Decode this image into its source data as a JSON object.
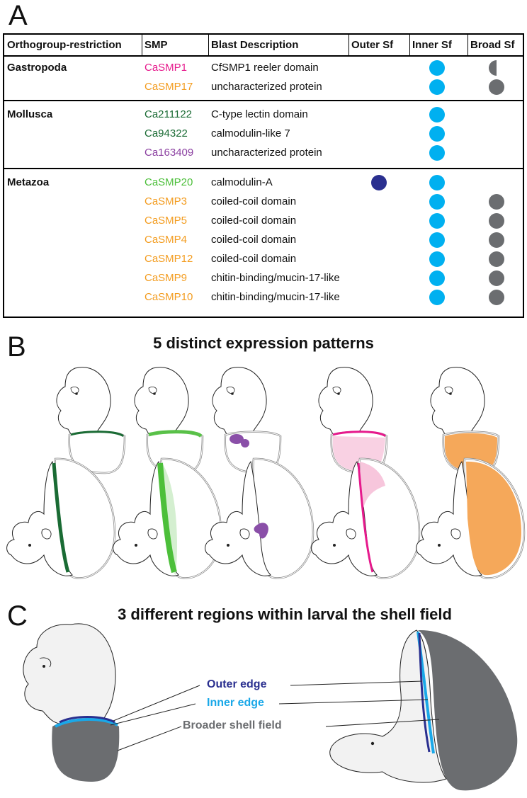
{
  "panel_labels": {
    "a": "A",
    "b": "B",
    "c": "C"
  },
  "table": {
    "headers": [
      "Orthogroup-restriction",
      "SMP",
      "Blast Description",
      "Outer Sf",
      "Inner Sf",
      "Broad Sf"
    ],
    "groups": [
      {
        "name": "Gastropoda",
        "rows": [
          {
            "smp": "CaSMP1",
            "color": "#e6198c",
            "desc": "CfSMP1 reeler domain",
            "outer": false,
            "inner": true,
            "broad": "half"
          },
          {
            "smp": "CaSMP17",
            "color": "#f39c1f",
            "desc": "uncharacterized protein",
            "outer": false,
            "inner": true,
            "broad": "full"
          }
        ]
      },
      {
        "name": "Mollusca",
        "rows": [
          {
            "smp": "Ca211122",
            "color": "#1a6b34",
            "desc": "C-type lectin domain",
            "outer": false,
            "inner": true,
            "broad": "none"
          },
          {
            "smp": "Ca94322",
            "color": "#1a6b34",
            "desc": "calmodulin-like 7",
            "outer": false,
            "inner": true,
            "broad": "none"
          },
          {
            "smp": "Ca163409",
            "color": "#8a3fa0",
            "desc": "uncharacterized protein",
            "outer": false,
            "inner": true,
            "broad": "none"
          }
        ]
      },
      {
        "name": "Metazoa",
        "rows": [
          {
            "smp": "CaSMP20",
            "color": "#4cbf3a",
            "desc": "calmodulin-A",
            "outer": true,
            "inner": true,
            "broad": "none"
          },
          {
            "smp": "CaSMP3",
            "color": "#f39c1f",
            "desc": "coiled-coil domain",
            "outer": false,
            "inner": true,
            "broad": "full"
          },
          {
            "smp": "CaSMP5",
            "color": "#f39c1f",
            "desc": "coiled-coil domain",
            "outer": false,
            "inner": true,
            "broad": "full"
          },
          {
            "smp": "CaSMP4",
            "color": "#f39c1f",
            "desc": "coiled-coil domain",
            "outer": false,
            "inner": true,
            "broad": "full"
          },
          {
            "smp": "CaSMP12",
            "color": "#f39c1f",
            "desc": "coiled-coil domain",
            "outer": false,
            "inner": true,
            "broad": "full"
          },
          {
            "smp": "CaSMP9",
            "color": "#f39c1f",
            "desc": "chitin-binding/mucin-17-like",
            "outer": false,
            "inner": true,
            "broad": "full"
          },
          {
            "smp": "CaSMP10",
            "color": "#f39c1f",
            "desc": "chitin-binding/mucin-17-like",
            "outer": false,
            "inner": true,
            "broad": "full"
          }
        ]
      }
    ]
  },
  "panel_b": {
    "title": "5 distinct expression patterns",
    "pattern_colors": [
      "#1a6b34",
      "#4cbf3a",
      "#8a4fa8",
      "#e6198c",
      "#f5a85a"
    ]
  },
  "panel_c": {
    "title": "3 different regions within larval the shell field",
    "labels": {
      "outer": "Outer edge",
      "inner": "Inner edge",
      "broad": "Broader shell field"
    },
    "colors": {
      "outer": "#2a2f8f",
      "inner": "#1aa8e8",
      "broad": "#6b6d70"
    }
  }
}
